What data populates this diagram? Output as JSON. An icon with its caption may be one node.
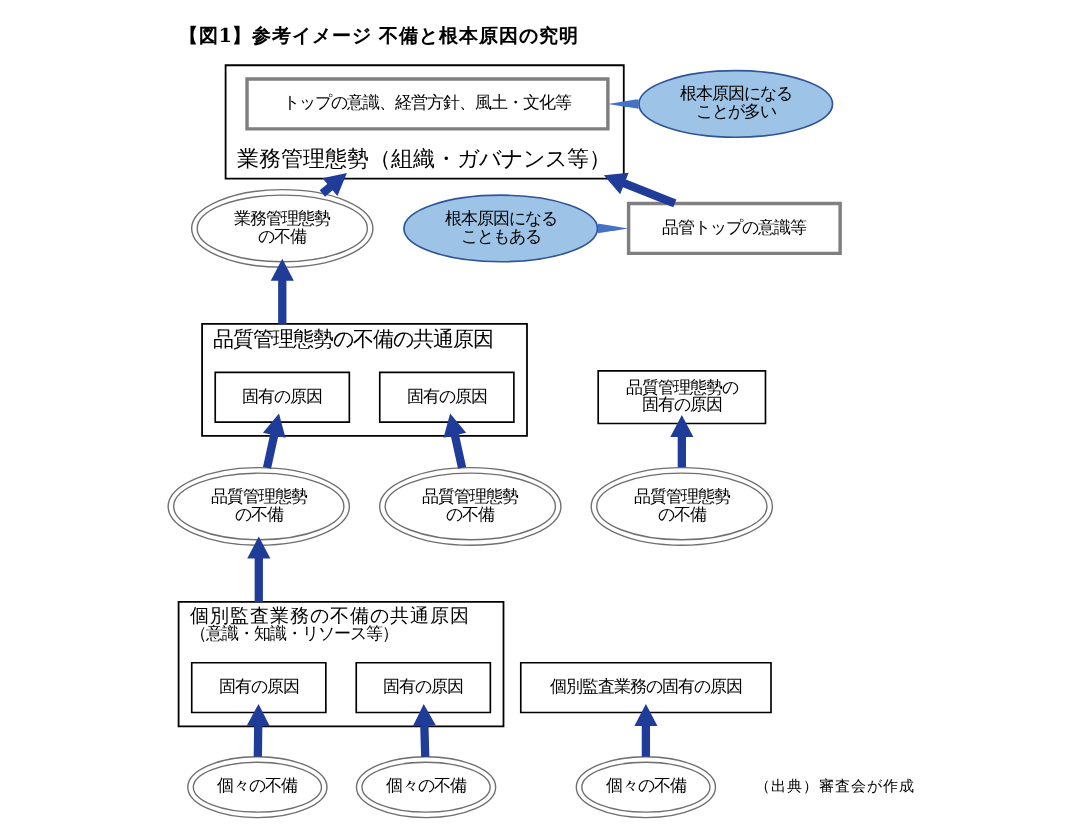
{
  "diagram": {
    "title": "【図1】参考イメージ 不備と根本原因の究明",
    "caption": "（出典）審査会が作成",
    "nodes": [
      {
        "text": [
          "業務管理態勢（組織・ガバナンス等）"
        ]
      },
      {
        "text": [
          "トップの意識、経営方針、風土・文化等"
        ],
        "in": 0
      },
      {
        "text": [
          "根本原因になることが多い"
        ]
      },
      {
        "text": [
          "根本原因になることもある"
        ]
      },
      {
        "text": [
          "業務管理態勢の不備"
        ]
      },
      {
        "text": [
          "品管トップの意識等"
        ]
      },
      {
        "text": [
          "品質管理態勢の不備の共通原因"
        ]
      },
      {
        "text": [
          "固有の原因"
        ],
        "in": 6
      },
      {
        "text": [
          "固有の原因"
        ],
        "in": 6
      },
      {
        "text": [
          "品質管理態勢の固有の原因"
        ]
      },
      {
        "text": [
          "品質管理態勢の不備"
        ]
      },
      {
        "text": [
          "品質管理態勢の不備"
        ]
      },
      {
        "text": [
          "品質管理態勢の不備"
        ]
      },
      {
        "text": [
          "個別監査業務の不備の共通原因",
          "（意識・知識・リソース等）"
        ]
      },
      {
        "text": [
          "固有の原因"
        ],
        "in": 13
      },
      {
        "text": [
          "固有の原因"
        ],
        "in": 13
      },
      {
        "text": [
          "個別監査業務の固有の原因"
        ]
      },
      {
        "text": [
          "個々の不備"
        ]
      },
      {
        "text": [
          "個々の不備"
        ]
      },
      {
        "text": [
          "個々の不備"
        ]
      }
    ],
    "edges": [
      {
        "from": 2,
        "to": 1,
        "arrow": "none",
        "color": "#4472c4"
      },
      {
        "from": 3,
        "to": 5,
        "arrow": "none",
        "color": "#4472c4"
      },
      {
        "from": 4,
        "to": 0,
        "arrow": "to"
      },
      {
        "from": 5,
        "to": 0,
        "arrow": "to"
      },
      {
        "from": 6,
        "to": 4,
        "arrow": "to"
      },
      {
        "from": 10,
        "to": 7,
        "arrow": "to"
      },
      {
        "from": 11,
        "to": 8,
        "arrow": "to"
      },
      {
        "from": 12,
        "to": 9,
        "arrow": "to"
      },
      {
        "from": 13,
        "to": 10,
        "arrow": "to"
      },
      {
        "from": 17,
        "to": 14,
        "arrow": "to"
      },
      {
        "from": 18,
        "to": 15,
        "arrow": "to"
      },
      {
        "from": 19,
        "to": 16,
        "arrow": "to"
      }
    ]
  }
}
